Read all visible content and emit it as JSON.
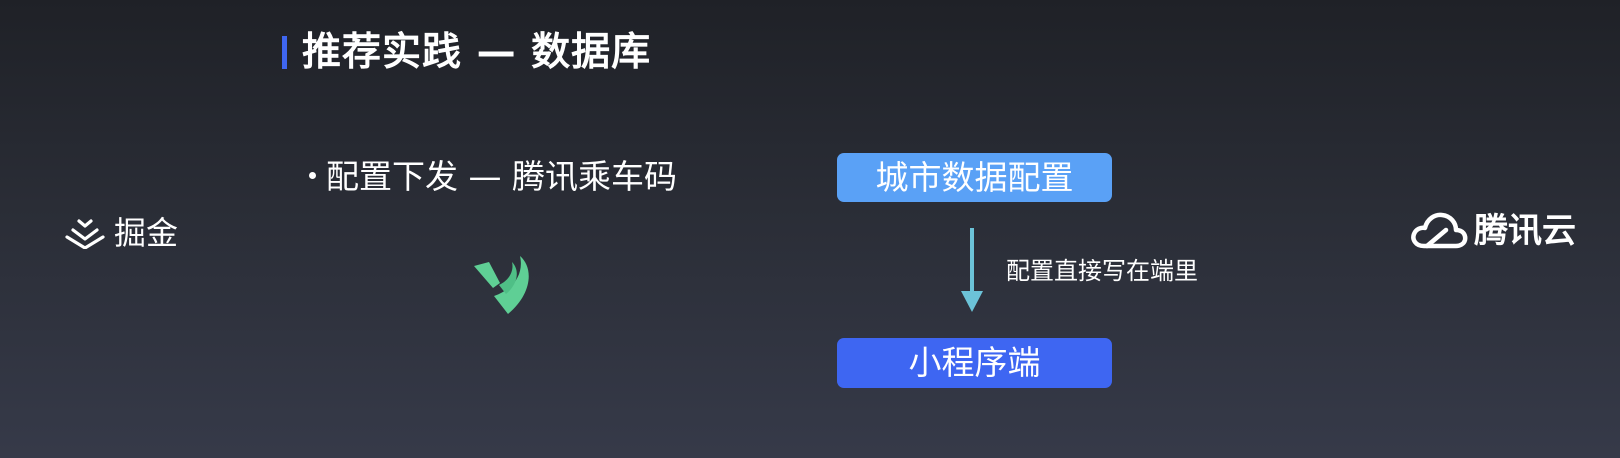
{
  "slide": {
    "title": "推荐实践 — 数据库",
    "bullet": "配置下发 — 腾讯乘车码"
  },
  "brands": {
    "left_logo_text": "掘金",
    "right_logo_text": "腾讯云"
  },
  "diagram": {
    "source_box": "城市数据配置",
    "arrow_label": "配置直接写在端里",
    "target_box": "小程序端"
  },
  "colors": {
    "accent_bar": "#3f66f0",
    "source_box": "#5aa1f6",
    "target_box": "#3e66f2",
    "arrow": "#6cc3d8",
    "app_logo_green": "#5fcf95"
  },
  "icons": {
    "left_brand": "juejin-icon",
    "right_brand": "tencent-cloud-icon",
    "app": "tencent-ride-code-icon"
  }
}
